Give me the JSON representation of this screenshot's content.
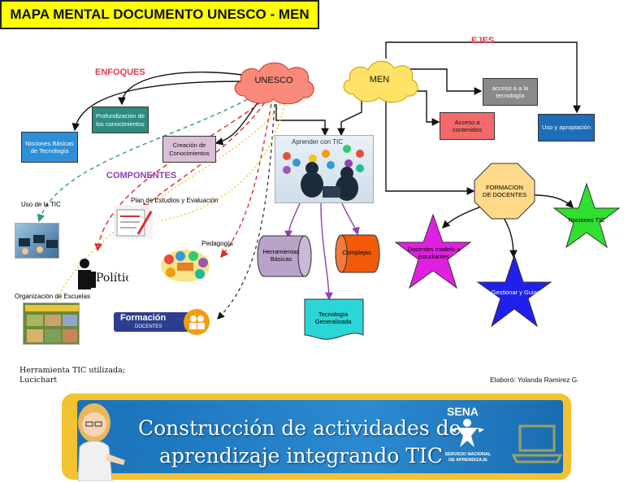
{
  "title": "MAPA MENTAL DOCUMENTO UNESCO - MEN",
  "labels": {
    "enfoques": "ENFOQUES",
    "componentes": "COMPONENTES",
    "ejes": "EJES"
  },
  "nodes": {
    "unesco": "UNESCO",
    "men": "MEN",
    "profundizacion": "Profundización de los conocimientos",
    "nociones_basicas": "Nociones Básicas de Tecnología",
    "creacion": "Creación de Conocimientos",
    "acceso_tecnologia": "acceso a a la tecnología",
    "acceso_contenidos": "Acceso a contenidos",
    "uso_apropiacion": "Uso y apropiación",
    "formacion_docentes": "FORMACION DE DOCENTES",
    "nociones_tic": "Nociones TIC",
    "docentes_modelo": "Docentes modelo a estudiantes",
    "gestionar_guiar": "Gestionar y Guiar",
    "herramientas_basicas": "Herramientas Básicas",
    "complejas": "Complejas",
    "tecnologia_generalizada": "Tecnología Generalizada"
  },
  "captions": {
    "uso_tic": "Uso de la TIC",
    "plan_estudios": "Plan de Estudios y Evaluación",
    "pedagogia": "Pedagogía",
    "organizacion": "Organización de Escuelas",
    "politica": "Política",
    "formacion": "Formación",
    "docentes": "DOCENTES",
    "aprender_tic": "Aprender con TIC"
  },
  "footer": {
    "herramienta": "Herramienta TIC utilizada;",
    "lucichart": "Lucichart",
    "elaboro": "Elaboró: Yolanda Ramirez G."
  },
  "banner": {
    "line1": "Construcción de actividades de",
    "line2": "aprendizaje integrando TIC",
    "sena": "SENA",
    "sena_sub1": "SERVICIO NACIONAL",
    "sena_sub2": "DE APRENDIZAJE"
  },
  "colors": {
    "title_bg": "#ffff00",
    "unesco_cloud": "#f98a7a",
    "men_cloud": "#ffe266",
    "teal_box": "#2e8b7f",
    "blue_box": "#2f8fd6",
    "lilac_box": "#d9bfd6",
    "gray_box": "#8a8a8a",
    "red_box": "#f46a6a",
    "dark_blue_box": "#1d6db8",
    "formacion_oct": "#ffd98a",
    "green_star": "#2fe02f",
    "magenta_star": "#e020e0",
    "blue_star": "#2020ee",
    "purple_cyl": "#b9a3c9",
    "orange_cyl": "#f05a0a",
    "cyan_doc": "#2bd6d6",
    "accent_red": "#e0394a",
    "accent_purple": "#8e3fb5"
  }
}
